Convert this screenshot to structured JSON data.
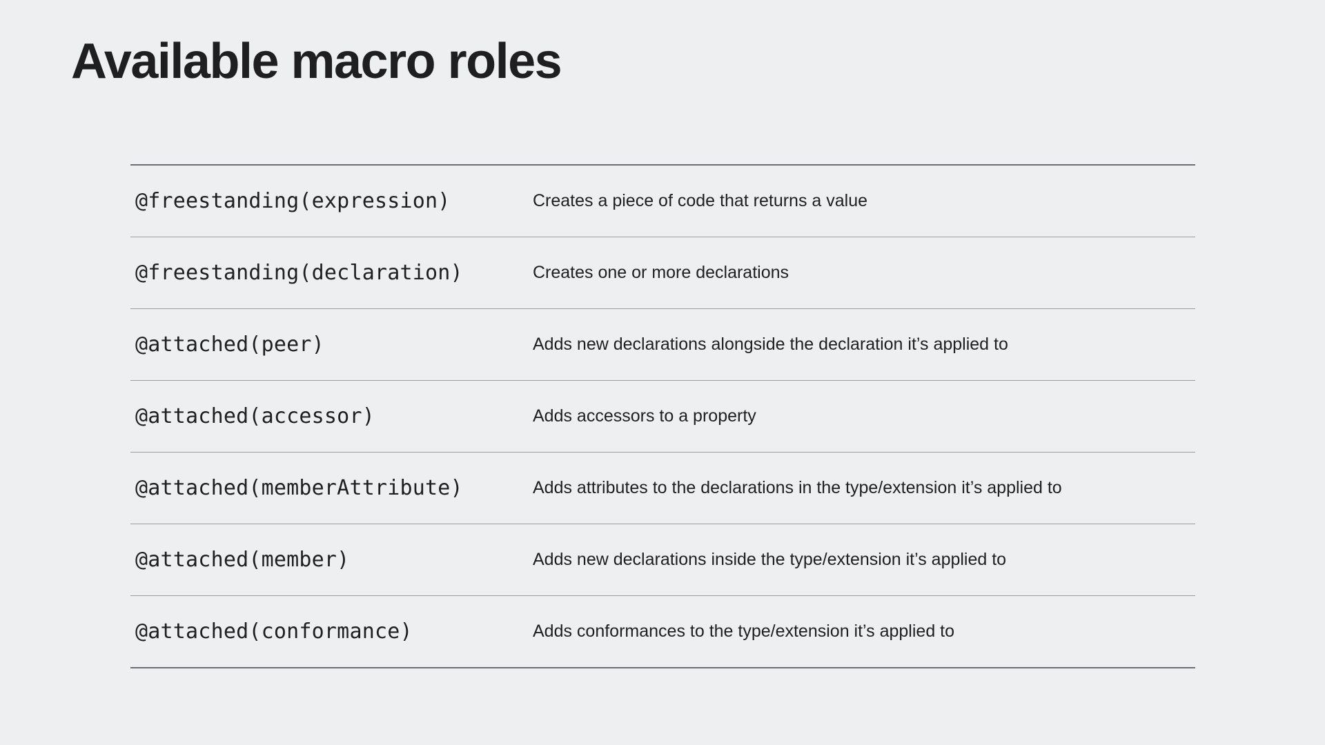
{
  "title": "Available macro roles",
  "roles": [
    {
      "role": "@freestanding(expression)",
      "description": "Creates a piece of code that returns a value"
    },
    {
      "role": "@freestanding(declaration)",
      "description": "Creates one or more declarations"
    },
    {
      "role": "@attached(peer)",
      "description": "Adds new declarations alongside the declaration it’s applied to"
    },
    {
      "role": "@attached(accessor)",
      "description": "Adds accessors to a property"
    },
    {
      "role": "@attached(memberAttribute)",
      "description": "Adds attributes to the declarations in the type/extension it’s applied to"
    },
    {
      "role": "@attached(member)",
      "description": "Adds new declarations inside the type/extension it’s applied to"
    },
    {
      "role": "@attached(conformance)",
      "description": "Adds conformances to the type/extension it’s applied to"
    }
  ]
}
